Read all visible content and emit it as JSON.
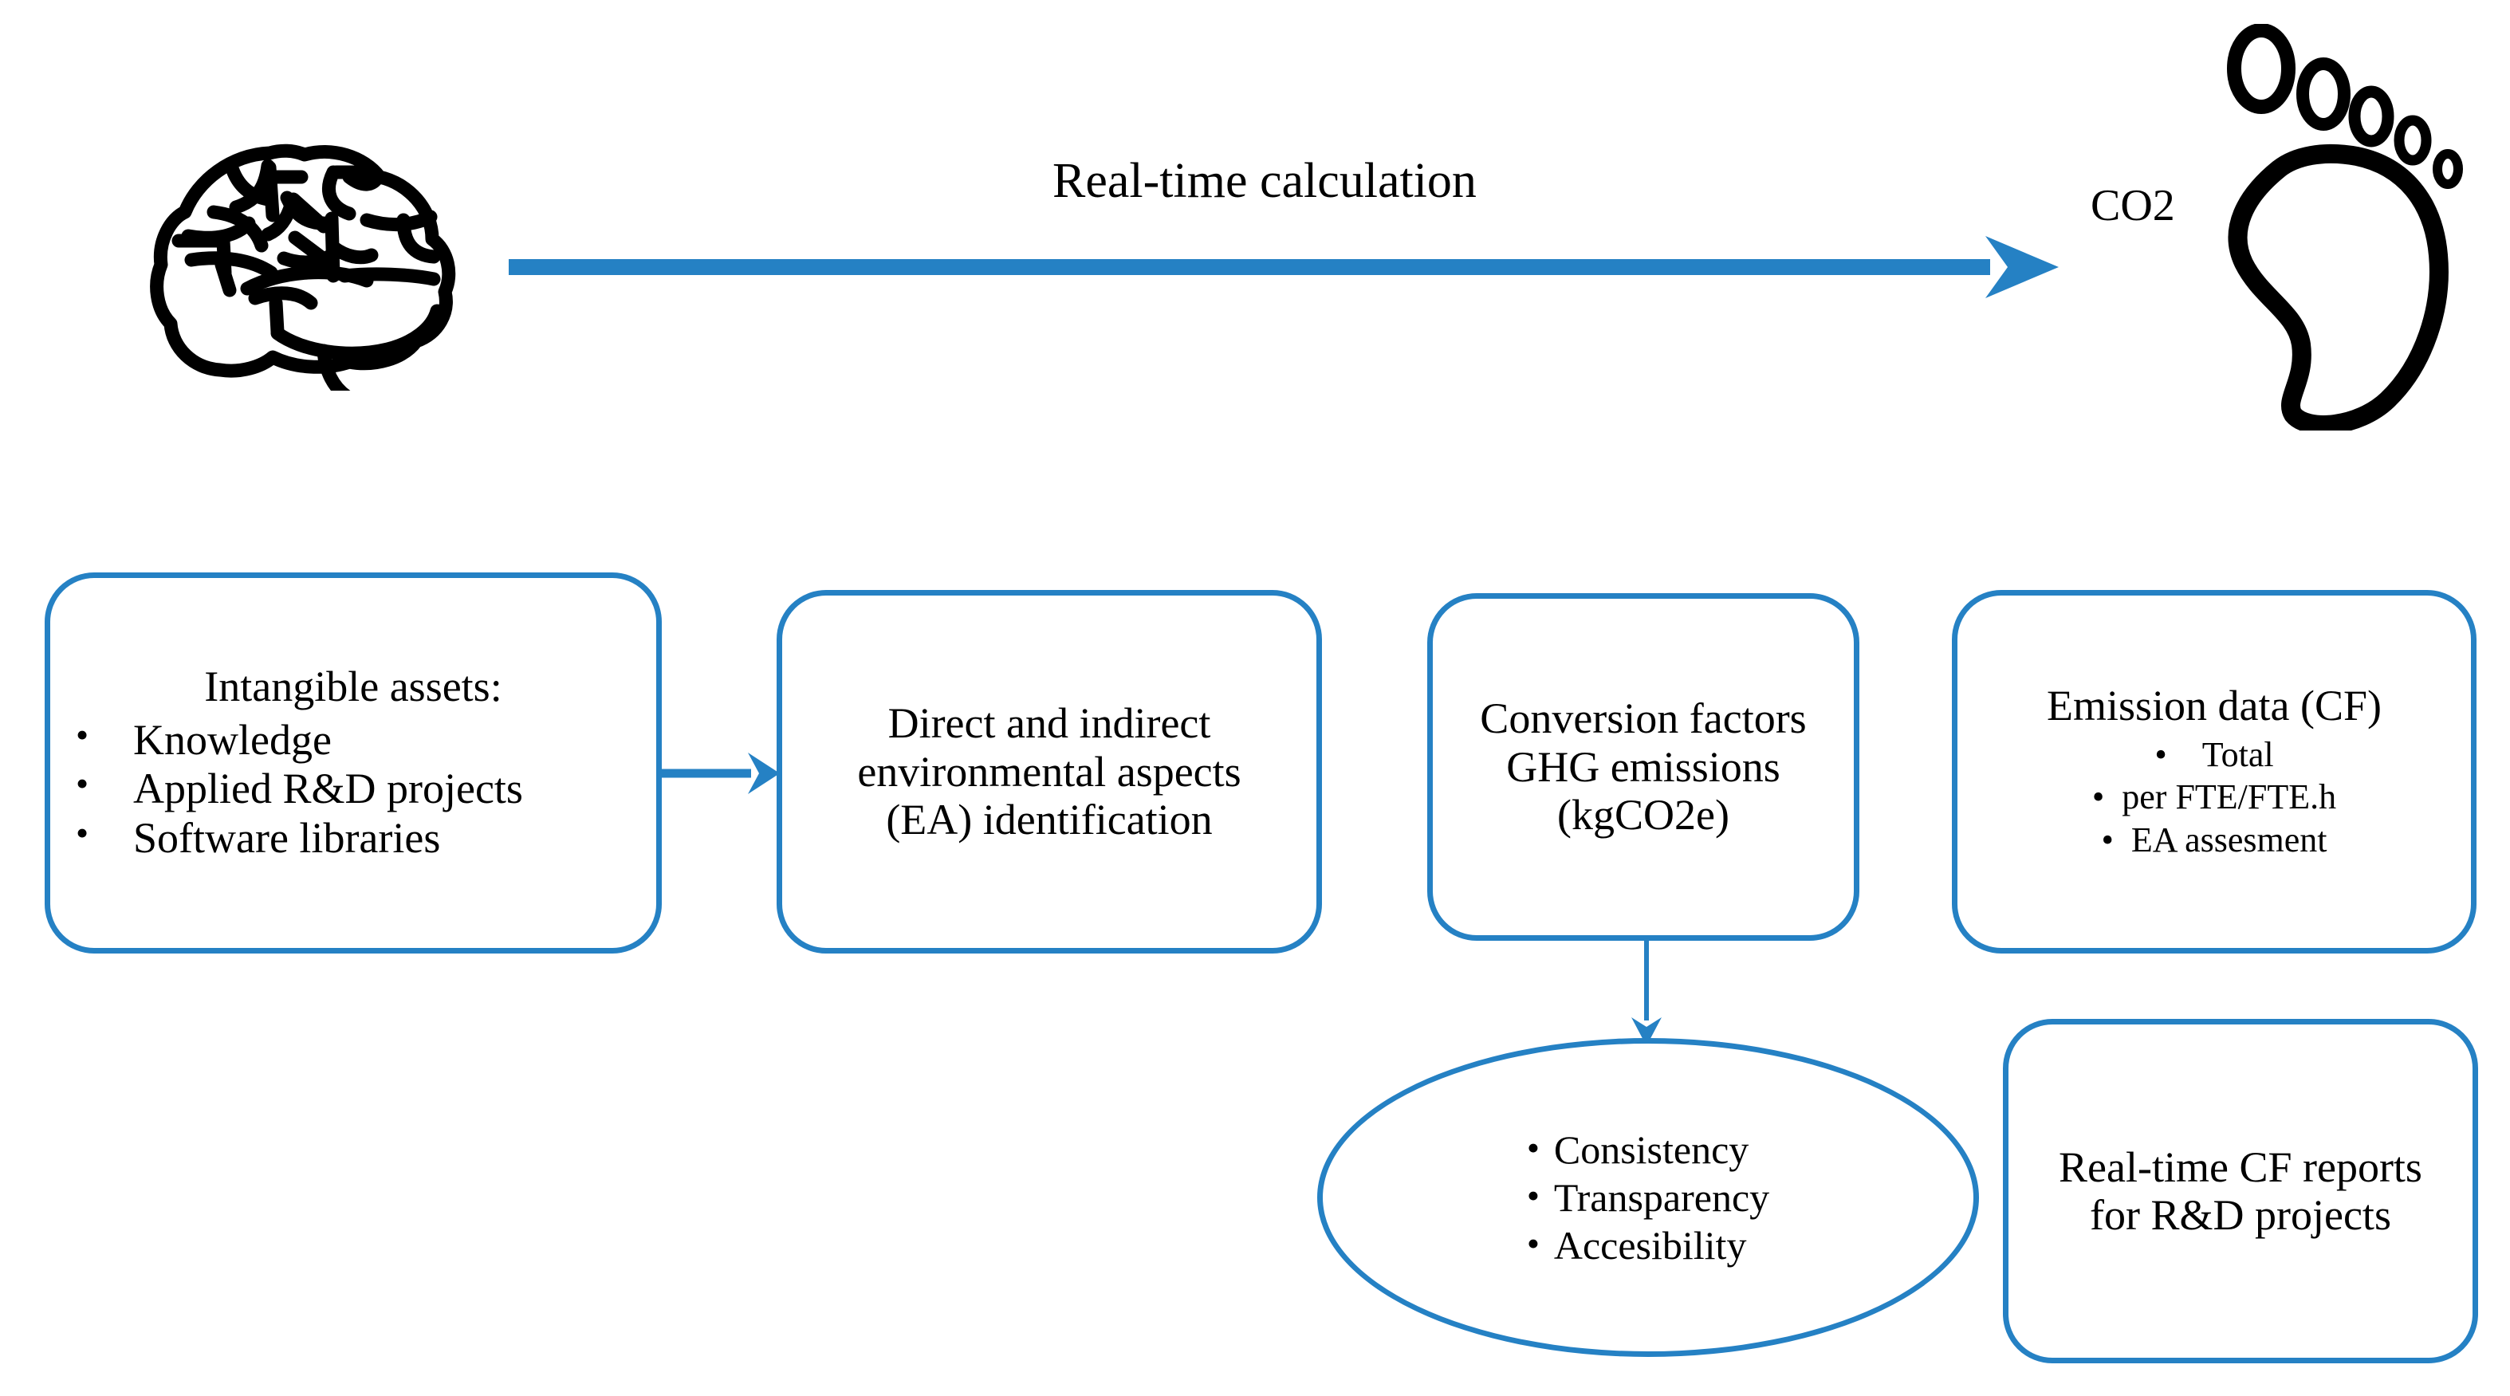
{
  "diagram": {
    "title_flow": "Real-time calculation",
    "accent_color": "#2581C4",
    "text_color": "#000000",
    "background_color": "#FFFFFF"
  },
  "top_row": {
    "source_icon": "brain-icon",
    "flow_label": "Real-time calculation",
    "output_label": "CO2",
    "output_icon": "footprint-icon"
  },
  "nodes": {
    "intangible_assets": {
      "title": "Intangible assets:",
      "bullets": [
        "Knowledge",
        "Applied R&D projects",
        "Software libraries"
      ]
    },
    "ea_identification": {
      "title": "Direct and indirect environmental aspects (EA) identification"
    },
    "conversion_factors": {
      "title": "Conversion factors GHG emissions (kgCO2e)"
    },
    "emission_data": {
      "title": "Emission data (CF)",
      "bullets": [
        "Total",
        "per FTE/FTE.h",
        "EA assesment"
      ]
    },
    "qualities": {
      "bullets": [
        "Consistency",
        "Transparency",
        "Accesibility"
      ]
    },
    "reports": {
      "title": "Real-time CF reports for R&D projects"
    }
  }
}
